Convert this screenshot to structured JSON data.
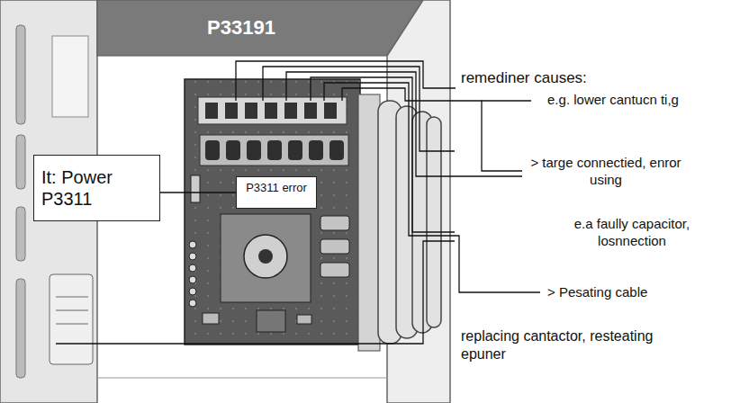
{
  "diagram": {
    "title": "P33191",
    "nodes": [
      {
        "text": [
          "It: Power P3311"
        ]
      },
      {
        "text": [
          "P3311 error"
        ]
      }
    ],
    "edges": [
      {
        "from": 0,
        "to": 1,
        "arrow": "none"
      }
    ],
    "labels": [
      "remediner causes:",
      "e.g. lower cantucn ti,g",
      "> targe connectied, enror using",
      "e.a faully capacitor, losnnection",
      "> Pesating cable",
      "replacing cantactor, resteating epuner"
    ]
  }
}
